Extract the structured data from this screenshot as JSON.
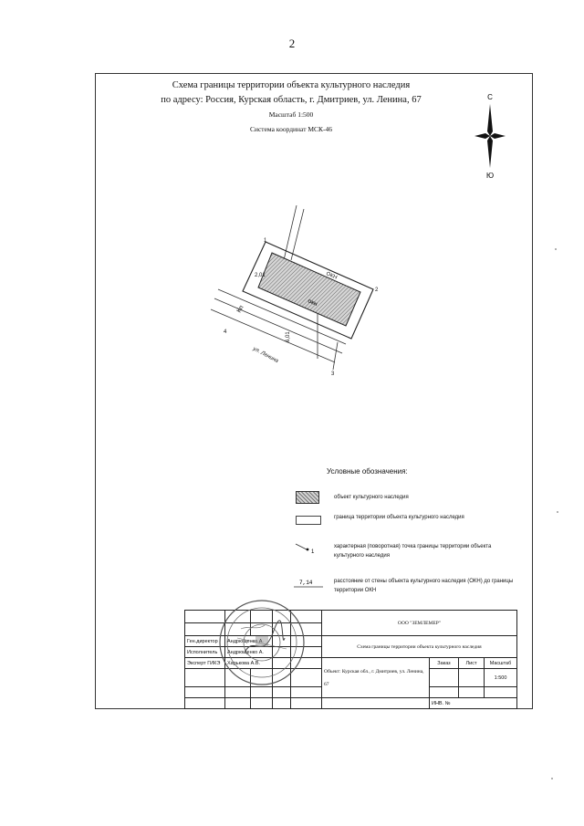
{
  "page": {
    "number": "2"
  },
  "header": {
    "title_line1": "Схема границы территории объекта культурного наследия",
    "title_line2": "по адресу: Россия, Курская область, г. Дмитриев, ул. Ленина, 67",
    "scale": "Масштаб 1:500",
    "coord_system": "Система координат МСК-46"
  },
  "compass": {
    "north": "С",
    "south": "Ю"
  },
  "sketch": {
    "points": [
      "1",
      "2",
      "3",
      "4"
    ],
    "okn_label": "ОКН",
    "kn_label": "Кп",
    "dim_top": "2,01",
    "dim_side": "6,01",
    "street": "ул. Ленина"
  },
  "legend": {
    "title": "Условные обозначения:",
    "items": [
      {
        "text": "объект культурного наследия"
      },
      {
        "text": "граница территории объекта культурного наследия"
      },
      {
        "symbol": "1",
        "text": "характерная (поворотная) точка границы территории объекта культурного наследия"
      },
      {
        "symbol": "7,14",
        "text": "расстояние от стены объекта культурного наследия (ОКН) до границы территории ОКН"
      }
    ]
  },
  "stamp": {
    "company": "ООО \"ЗЕМЛЕМЕР\"",
    "drawing_title": "Схема границы территории объекта культурного наследия",
    "object": "Объект: Курская обл., г. Дмитриев, ул. Ленина, 67",
    "order_label": "Заказ",
    "sheet_label": "Лист",
    "scale_label": "Масштаб",
    "scale_value": "1:500",
    "inv_label": "ИНВ. №",
    "roles": [
      {
        "role": "Ген.директор",
        "name": "Андрющенко А."
      },
      {
        "role": "Исполнитель",
        "name": "Андрющенко А."
      },
      {
        "role": "Эксперт ГИКЭ",
        "name": "Харькова А.В."
      }
    ]
  }
}
